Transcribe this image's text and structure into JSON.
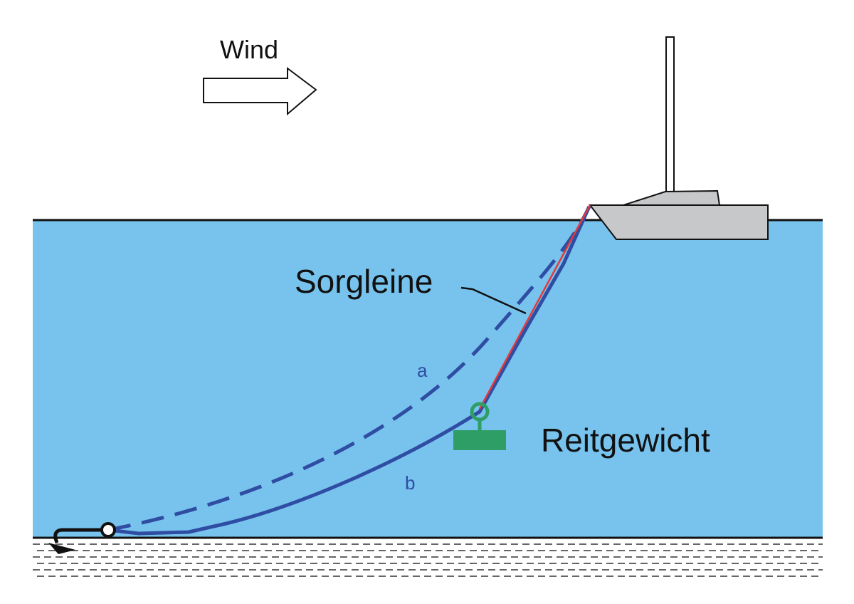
{
  "labels": {
    "wind": "Wind",
    "sorgleine": "Sorgleine",
    "reitgewicht": "Reitgewicht",
    "curve_a": "a",
    "curve_b": "b"
  },
  "colors": {
    "water": "#78C3EE",
    "chain": "#2F4DA2",
    "sorgleine_line": "#E23A3A",
    "weight": "#2E9E66",
    "boat_hull": "#C7C8CA",
    "outline": "#111111",
    "sky": "#FFFFFF"
  }
}
